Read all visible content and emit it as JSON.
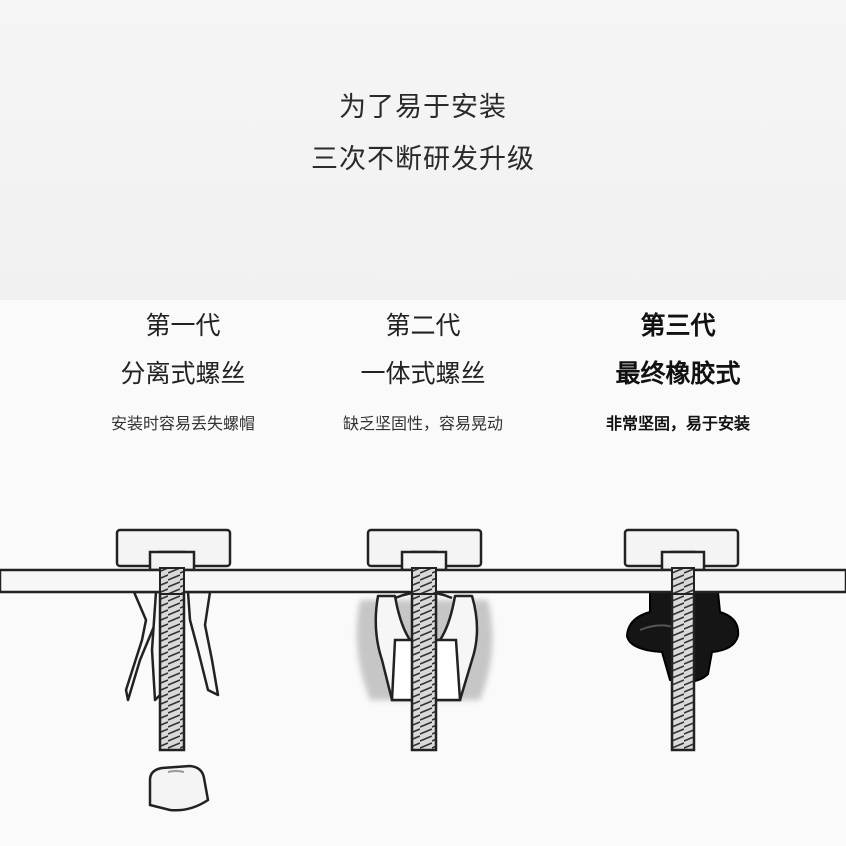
{
  "headline": {
    "line1": "为了易于安装",
    "line2": "三次不断研发升级"
  },
  "columns": [
    {
      "generation": "第一代",
      "type": "分离式螺丝",
      "description": "安装时容易丢失螺帽",
      "emphasis": false
    },
    {
      "generation": "第二代",
      "type": "一体式螺丝",
      "description": "缺乏坚固性，容易晃动",
      "emphasis": false
    },
    {
      "generation": "第三代",
      "type": "最终橡胶式",
      "description": "非常坚固，易于安装",
      "emphasis": true
    }
  ],
  "illustrations": [
    {
      "name": "split-screw",
      "parts": [
        "cap",
        "bolt",
        "expansion-sleeve",
        "loose-nut"
      ]
    },
    {
      "name": "integrated-screw",
      "parts": [
        "cap",
        "bolt",
        "wobbling-plug"
      ]
    },
    {
      "name": "rubber-anchor",
      "parts": [
        "cap",
        "bolt",
        "black-rubber-anchor"
      ]
    }
  ]
}
